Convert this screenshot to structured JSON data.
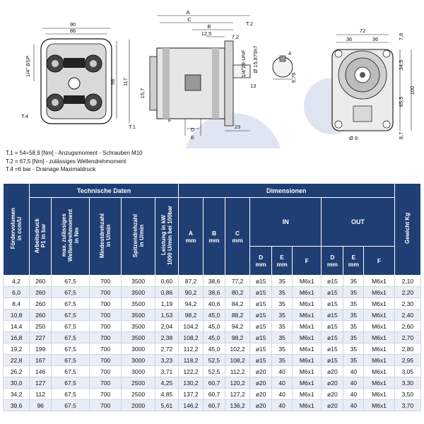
{
  "drawing_labels": {
    "front": {
      "w90": "90",
      "w86": "86",
      "bsp": "1/4\" BSP",
      "h98": "98",
      "h117": "117",
      "t4": "T.4"
    },
    "side": {
      "A": "A",
      "C": "C",
      "B": "B",
      "d12_5": "12,5",
      "d7_2": "7,2",
      "t2": "T.2",
      "unf": "1/4\"28-UNF",
      "ph": "Ø 15,875h7",
      "d13": "13",
      "d15_7": "15,7",
      "t1": "T.1",
      "F": "F",
      "D": "D",
      "E": "E",
      "d23": "23",
      "d4": "4",
      "d9_76": "9,76"
    },
    "rear": {
      "w72": "72",
      "w36a": "36",
      "w36b": "36",
      "h7_8": "7,8",
      "h34_5": "34,5",
      "h100": "100",
      "h65_5": "65,5",
      "h8_7": "8,7",
      "phi9": "Ø 9"
    }
  },
  "notes": [
    "T.1 = 54÷58,9 [Nm] - Anzugsmoment - Schrauben M10",
    "T.2 = 67,5 [Nm] - zulässiges Wellendrehmoment",
    "T.4 =6 bar - Drainage Maximaldruck"
  ],
  "table": {
    "group_tech": "Technische Daten",
    "group_dim": "Dimensionen",
    "col_displacement": "Fördervolumen\nin ccm/U",
    "col_pressure": "Arbeitsdruck\nP1 in bar",
    "col_torque": "max. zulässiges\nWellendrehmoment\nin Nm",
    "col_minspeed": "Mindestdrehzahl\nin U/min",
    "col_maxspeed": "Spitzendrehzahl\nin U/min",
    "col_power": "Leistung in kW\n1000 U/min bei 100bar",
    "col_weight": "Gewicht   Kg",
    "in_label": "IN",
    "out_label": "OUT",
    "sub_A": "A\nmm",
    "sub_B": "B\nmm",
    "sub_C": "C\nmm",
    "sub_D_in": "D\nmm",
    "sub_E_in": "E\nmm",
    "sub_F_in": "F",
    "sub_D_out": "D\nmm",
    "sub_E_out": "E\nmm",
    "sub_F_out": "F",
    "rows": [
      [
        "4,2",
        "260",
        "67,5",
        "700",
        "3500",
        "0,60",
        "87,2",
        "38,6",
        "77,2",
        "ø15",
        "35",
        "M6x1",
        "ø15",
        "35",
        "M6x1",
        "2,10"
      ],
      [
        "6,0",
        "260",
        "67,5",
        "700",
        "3500",
        "0,86",
        "90,2",
        "38,6",
        "80,2",
        "ø15",
        "35",
        "M6x1",
        "ø15",
        "35",
        "M6x1",
        "2,20"
      ],
      [
        "8,4",
        "260",
        "67,5",
        "700",
        "3500",
        "1,19",
        "94,2",
        "40,6",
        "84,2",
        "ø15",
        "35",
        "M6x1",
        "ø15",
        "35",
        "M6x1",
        "2,30"
      ],
      [
        "10,8",
        "260",
        "67,5",
        "700",
        "3500",
        "1,53",
        "98,2",
        "45,0",
        "88,2",
        "ø15",
        "35",
        "M6x1",
        "ø15",
        "35",
        "M6x1",
        "2,40"
      ],
      [
        "14,4",
        "250",
        "67,5",
        "700",
        "3500",
        "2,04",
        "104,2",
        "45,0",
        "94,2",
        "ø15",
        "35",
        "M6x1",
        "ø15",
        "35",
        "M6x1",
        "2,60"
      ],
      [
        "16,8",
        "227",
        "67,5",
        "700",
        "3500",
        "2,38",
        "108,2",
        "45,0",
        "98,2",
        "ø15",
        "35",
        "M6x1",
        "ø15",
        "35",
        "M6x1",
        "2,70"
      ],
      [
        "19,2",
        "199",
        "67,5",
        "700",
        "3000",
        "2,72",
        "112,2",
        "45,0",
        "102,2",
        "ø15",
        "35",
        "M6x1",
        "ø15",
        "35",
        "M6x1",
        "2,80"
      ],
      [
        "22,8",
        "167",
        "67,5",
        "700",
        "3000",
        "3,23",
        "118,2",
        "52,5",
        "108,2",
        "ø15",
        "35",
        "M6x1",
        "ø15",
        "35",
        "M6x1",
        "2,95"
      ],
      [
        "26,2",
        "146",
        "67,5",
        "700",
        "3000",
        "3,71",
        "122,2",
        "52,5",
        "112,2",
        "ø20",
        "40",
        "M6x1",
        "ø20",
        "40",
        "M6x1",
        "3,05"
      ],
      [
        "30,0",
        "127",
        "67,5",
        "700",
        "2500",
        "4,25",
        "130,2",
        "60,7",
        "120,2",
        "ø20",
        "40",
        "M6x1",
        "ø20",
        "40",
        "M6x1",
        "3,30"
      ],
      [
        "34,2",
        "112",
        "67,5",
        "700",
        "2500",
        "4,85",
        "137,2",
        "60,7",
        "127,2",
        "ø20",
        "40",
        "M6x1",
        "ø20",
        "40",
        "M6x1",
        "3,50"
      ],
      [
        "39,6",
        "96",
        "67,5",
        "700",
        "2000",
        "5,61",
        "146,2",
        "60,7",
        "136,2",
        "ø20",
        "40",
        "M6x1",
        "ø20",
        "40",
        "M6x1",
        "3,70"
      ]
    ]
  }
}
